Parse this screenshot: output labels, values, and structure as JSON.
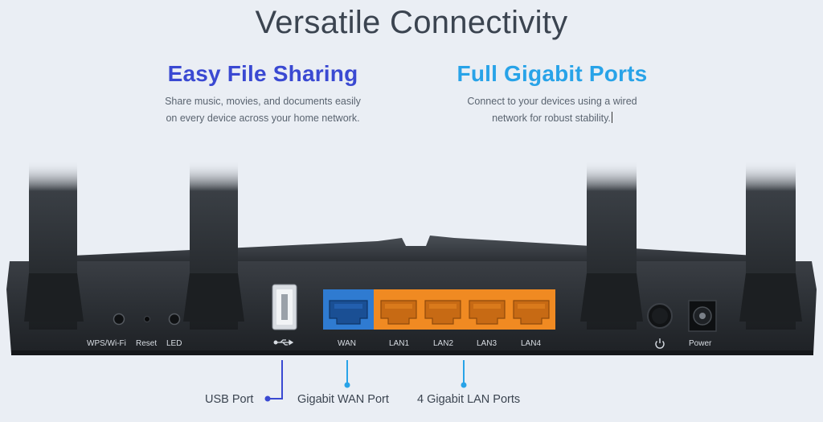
{
  "header": {
    "title": "Versatile Connectivity"
  },
  "features": {
    "file_sharing": {
      "title": "Easy File Sharing",
      "desc_line1": "Share music, movies, and documents easily",
      "desc_line2": "on every device across your home network.",
      "color": "#3a49d2"
    },
    "gigabit": {
      "title": "Full Gigabit Ports",
      "desc_line1": "Connect to your devices using a wired",
      "desc_line2": "network for robust stability.",
      "color": "#28a3e8"
    }
  },
  "router": {
    "buttons": {
      "wps": "WPS/Wi-Fi",
      "reset": "Reset",
      "led": "LED"
    },
    "ports": {
      "wan": "WAN",
      "lan1": "LAN1",
      "lan2": "LAN2",
      "lan3": "LAN3",
      "lan4": "LAN4"
    },
    "power_label": "Power",
    "colors": {
      "wan": "#2f7bd1",
      "lan": "#f08a22",
      "body": "#2a2e33"
    }
  },
  "callouts": {
    "usb": "USB Port",
    "wan": "Gigabit WAN Port",
    "lan": "4 Gigabit LAN Ports"
  }
}
